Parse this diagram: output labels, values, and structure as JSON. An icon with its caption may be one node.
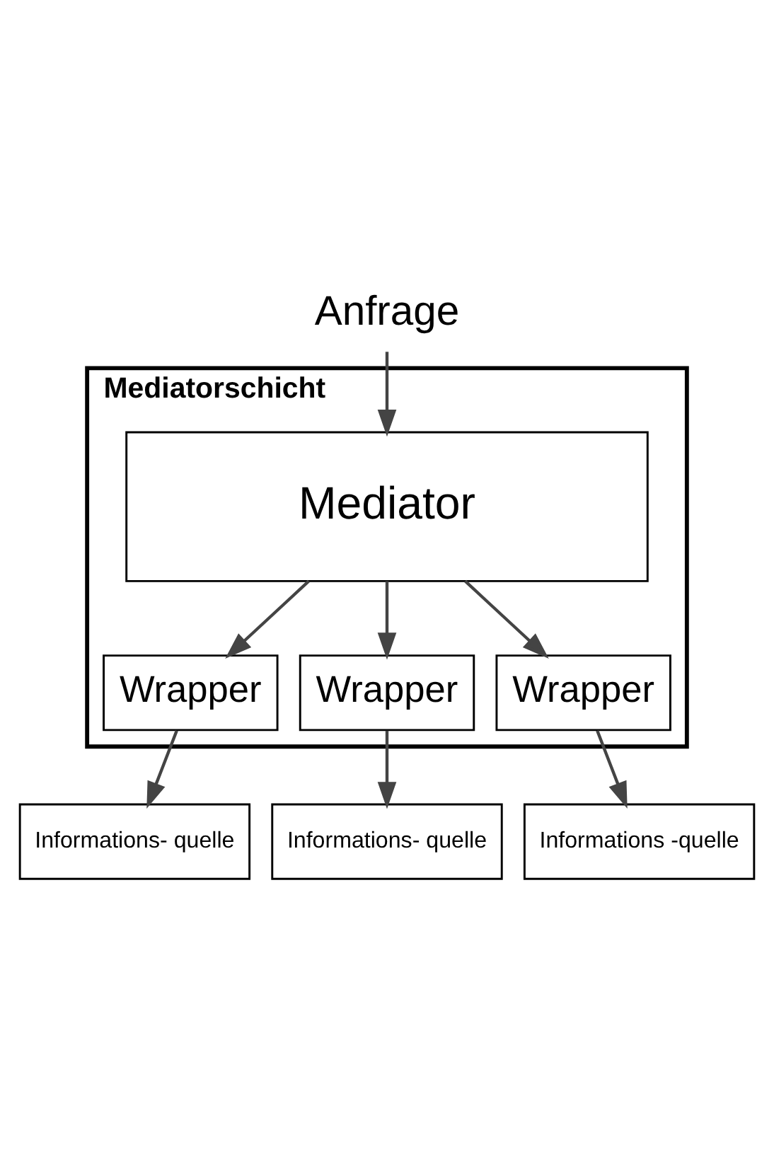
{
  "diagram": {
    "nodes": [
      {
        "text": [
          "Anfrage"
        ]
      },
      {
        "text": [
          "Mediatorschicht"
        ]
      },
      {
        "text": [
          "Mediator"
        ],
        "in": 1
      },
      {
        "text": [
          "Wrapper"
        ],
        "in": 1
      },
      {
        "text": [
          "Wrapper"
        ],
        "in": 1
      },
      {
        "text": [
          "Wrapper"
        ],
        "in": 1
      },
      {
        "text": [
          "Informations- quelle"
        ]
      },
      {
        "text": [
          "Informations- quelle"
        ]
      },
      {
        "text": [
          "Informations -quelle"
        ]
      }
    ],
    "edges": [
      {
        "from": 0,
        "to": 2,
        "arrow": "to"
      },
      {
        "from": 2,
        "to": 3,
        "arrow": "to"
      },
      {
        "from": 2,
        "to": 4,
        "arrow": "to"
      },
      {
        "from": 2,
        "to": 5,
        "arrow": "to"
      },
      {
        "from": 3,
        "to": 6,
        "arrow": "to"
      },
      {
        "from": 4,
        "to": 7,
        "arrow": "to"
      },
      {
        "from": 5,
        "to": 8,
        "arrow": "to"
      }
    ]
  }
}
